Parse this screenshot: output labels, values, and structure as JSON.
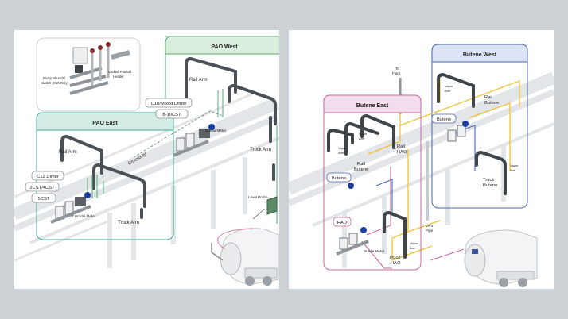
{
  "left": {
    "inset": {
      "switch_label_1": "Pump Shut-Off",
      "switch_label_2": "Switch (C10 Only)",
      "header_label_1": "Locked Product",
      "header_label_2": "Header"
    },
    "pao_west": {
      "title": "PAO West",
      "rail_arm": "Rail Arm",
      "truck_arm": "Truck Arm",
      "brodie_meter": "Brodie Meter",
      "c10_mixed_dimer": "C10/Mixed Dimer",
      "cst_8_10": "8-10CST"
    },
    "pao_east": {
      "title": "PAO East",
      "rail_arm": "Rail Arm",
      "truck_arm": "Truck Arm",
      "brodie_meter": "Brodie Meter",
      "c12_dimer": "C12 Dimer",
      "cst_2_4": "2CST/4CST",
      "cst_5": "5CST"
    },
    "crossover": "Crossover",
    "level_probe": "Level Probe",
    "colors": {
      "pao_west": "#d9eedd",
      "pao_east": "#d3ece6",
      "line_green": "#4caf7c"
    }
  },
  "right": {
    "to_flare_1": "To",
    "to_flare_2": "Flare",
    "butene_west": {
      "title": "Butene West",
      "vapor_arm_1": "Vapor",
      "vapor_arm_2": "Arm",
      "rail_butene_1": "Rail",
      "rail_butene_2": "Butene",
      "butene_tag": "Butene",
      "truck_butene_1": "Truck",
      "truck_butene_2": "Butene",
      "vapor_arm_b1": "Vapor",
      "vapor_arm_b2": "Arm"
    },
    "butene_east": {
      "title": "Butene East",
      "vapor_arm_a1": "Vapor",
      "vapor_arm_a2": "Arm",
      "vapor_arm_b1": "Vapor",
      "vapor_arm_b2": "Arm",
      "rail_butene_1": "Rail",
      "rail_butene_2": "Butene",
      "rail_hao_1": "Rail",
      "rail_hao_2": "HAO",
      "butene_tag": "Butene",
      "hao_tag": "HAO",
      "brodie_meter": "Brodie Meter",
      "truck_hao_1": "Truck",
      "truck_hao_2": "HAO",
      "vapor_arm_c1": "Vapor",
      "vapor_arm_c2": "Arm"
    },
    "vent_pipe_1": "Vent",
    "vent_pipe_2": "Pipe",
    "colors": {
      "butene_west": "#dde4f5",
      "butene_east": "#f2ddec",
      "line_yellow": "#f1c232",
      "line_blue": "#4a64b4",
      "line_pink": "#c9689c"
    }
  }
}
